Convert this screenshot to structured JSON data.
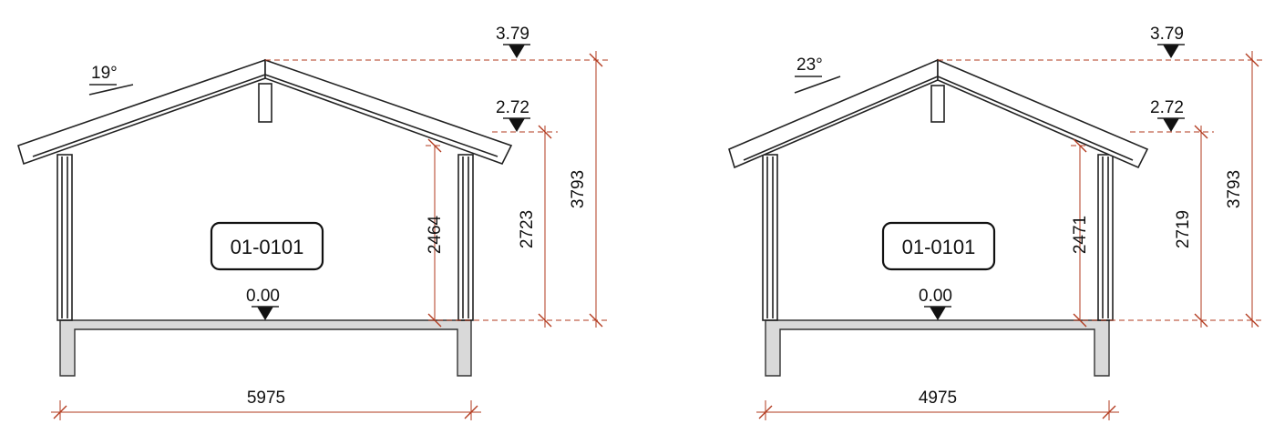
{
  "sections": [
    {
      "roof_angle": "19°",
      "level_ridge": "3.79",
      "level_eave": "2.72",
      "level_floor": "0.00",
      "room_tag": "01-0101",
      "dim_inner_height": "2464",
      "dim_eave_height": "2723",
      "dim_total_height": "3793",
      "dim_width": "5975"
    },
    {
      "roof_angle": "23°",
      "level_ridge": "3.79",
      "level_eave": "2.72",
      "level_floor": "0.00",
      "room_tag": "01-0101",
      "dim_inner_height": "2471",
      "dim_eave_height": "2719",
      "dim_total_height": "3793",
      "dim_width": "4975"
    }
  ]
}
